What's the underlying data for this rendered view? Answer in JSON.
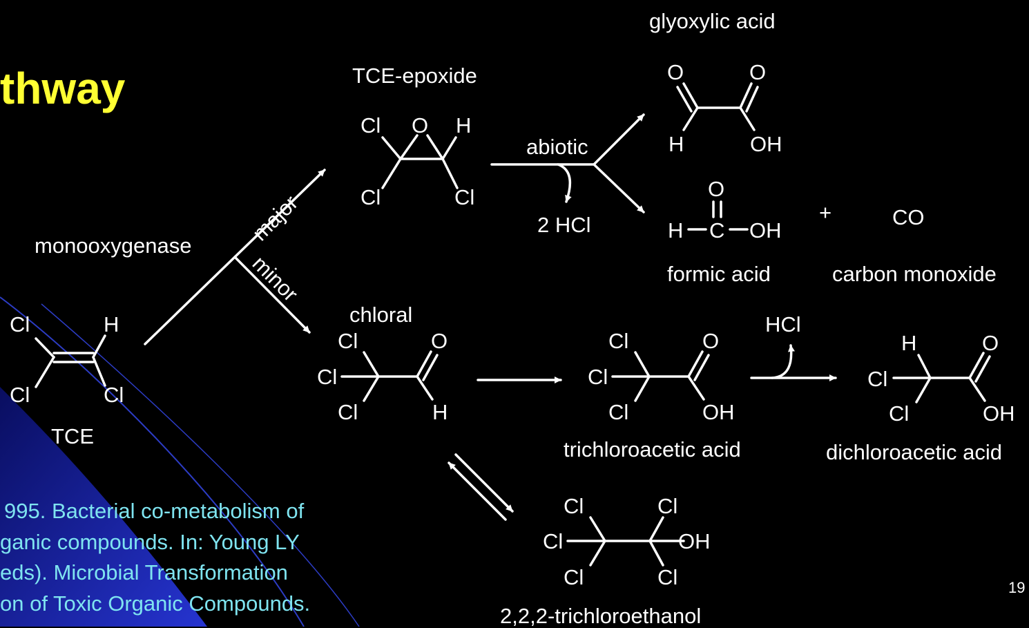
{
  "slide": {
    "title": "thway",
    "page_number": "19",
    "reference_lines": [
      "995. Bacterial co-metabolism of",
      "ganic compounds. In: Young LY",
      "eds). Microbial Transformation",
      "on of Toxic Organic Compounds."
    ],
    "colors": {
      "title": "#ffff33",
      "reference": "#7fe4f0",
      "background": "#000000",
      "foreground": "#ffffff",
      "accent_swoosh": "#1c2bd6"
    }
  },
  "compounds": {
    "tce": "TCE",
    "tce_epoxide": "TCE-epoxide",
    "chloral": "chloral",
    "glyoxylic_acid": "glyoxylic acid",
    "formic_acid": "formic acid",
    "carbon_monoxide": "carbon monoxide",
    "co": "CO",
    "trichloroacetic_acid": "trichloroacetic acid",
    "dichloroacetic_acid": "dichloroacetic acid",
    "trichloroethanol": "2,2,2-trichloroethanol"
  },
  "reaction_labels": {
    "enzyme": "monooxygenase",
    "major": "major",
    "minor": "minor",
    "abiotic": "abiotic",
    "two_hcl": "2 HCl",
    "hcl": "HCl",
    "plus": "+"
  },
  "atoms": {
    "cl": "Cl",
    "h": "H",
    "o": "O",
    "oh": "OH",
    "c": "C"
  }
}
